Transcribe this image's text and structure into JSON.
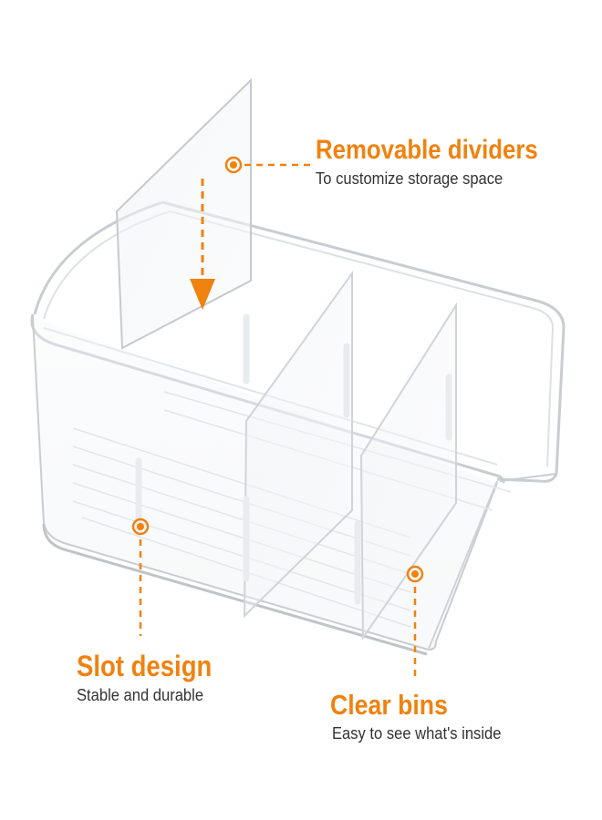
{
  "colors": {
    "accent": "#f0820f",
    "subtext": "#333333",
    "plastic_edge": "#c9cdd1"
  },
  "callouts": {
    "dividers": {
      "title": "Removable dividers",
      "subtitle": "To customize storage space"
    },
    "slot": {
      "title": "Slot design",
      "subtitle": "Stable and durable"
    },
    "clear": {
      "title": "Clear bins",
      "subtitle": "Easy to see what's inside"
    }
  }
}
